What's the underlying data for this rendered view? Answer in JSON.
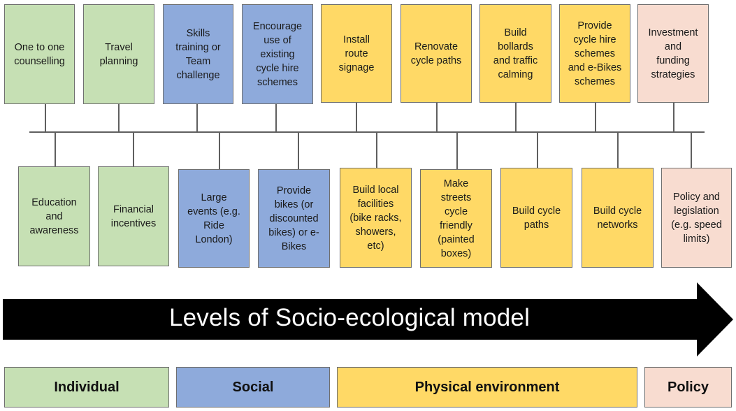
{
  "colors": {
    "individual": "#c6e0b4",
    "social": "#8eaadb",
    "physical": "#ffd966",
    "policy": "#f8dcd0",
    "arrow": "#000000"
  },
  "top_row": [
    {
      "text": "One to one\ncounselling",
      "level": "individual"
    },
    {
      "text": "Travel\nplanning",
      "level": "individual"
    },
    {
      "text": "Skills\ntraining or\nTeam\nchallenge",
      "level": "social"
    },
    {
      "text": "Encourage\nuse of\nexisting\ncycle hire\nschemes",
      "level": "social"
    },
    {
      "text": "Install\nroute\nsignage",
      "level": "physical"
    },
    {
      "text": "Renovate\ncycle paths",
      "level": "physical"
    },
    {
      "text": "Build\nbollards\nand traffic\ncalming",
      "level": "physical"
    },
    {
      "text": "Provide\ncycle hire\nschemes\nand e-Bikes\nschemes",
      "level": "physical"
    },
    {
      "text": "Investment\nand\nfunding\nstrategies",
      "level": "policy"
    }
  ],
  "bottom_row": [
    {
      "text": "Education\nand\nawareness",
      "level": "individual"
    },
    {
      "text": "Financial\nincentives",
      "level": "individual"
    },
    {
      "text": "Large\nevents (e.g.\nRide\nLondon)",
      "level": "social"
    },
    {
      "text": "Provide\nbikes (or\ndiscounted\nbikes) or e-\nBikes",
      "level": "social"
    },
    {
      "text": "Build local\nfacilities\n(bike racks,\nshowers,\netc)",
      "level": "physical"
    },
    {
      "text": "Make\nstreets\ncycle\nfriendly\n(painted\nboxes)",
      "level": "physical"
    },
    {
      "text": "Build cycle\npaths",
      "level": "physical"
    },
    {
      "text": "Build cycle\nnetworks",
      "level": "physical"
    },
    {
      "text": "Policy and\nlegislation\n(e.g. speed\nlimits)",
      "level": "policy"
    }
  ],
  "arrow": {
    "label": "Levels of Socio-ecological model"
  },
  "legend": [
    {
      "label": "Individual",
      "level": "individual"
    },
    {
      "label": "Social",
      "level": "social"
    },
    {
      "label": "Physical environment",
      "level": "physical"
    },
    {
      "label": "Policy",
      "level": "policy"
    }
  ]
}
